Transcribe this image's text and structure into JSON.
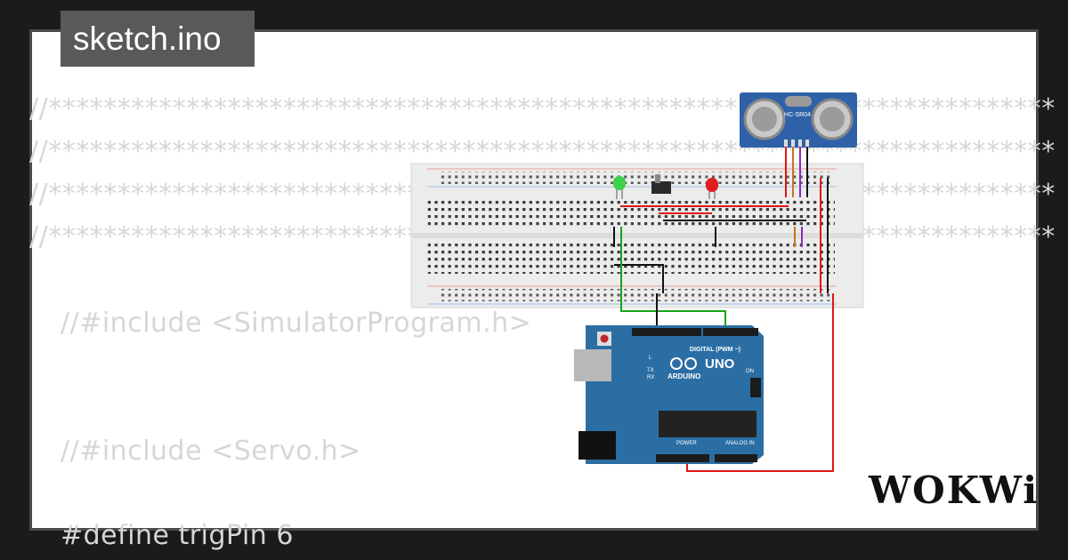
{
  "file_tab": {
    "filename": "sketch.ino"
  },
  "code_lines": [
    "//*************************************************************************",
    "//*************************************************************************",
    "//*************************************************************************",
    "//*************************************************************************",
    "",
    "//#include <SimulatorProgram.h>",
    "",
    "",
    "//#include <Servo.h>",
    "",
    "#define trigPin 6"
  ],
  "brand": {
    "logo_text": "WOKWi"
  },
  "components": {
    "sensor_label": "HC-SR04",
    "board_brand": "ARDUINO",
    "board_model": "UNO",
    "digital_label": "DIGITAL (PWM ~)",
    "analog_label": "ANALOG IN",
    "power_label": "POWER",
    "on_label": "ON",
    "tx_label": "TX",
    "rx_label": "RX",
    "l_label": "L"
  },
  "colors": {
    "board_blue": "#2b6ea4",
    "wire_red": "#e11414",
    "wire_green": "#18a318",
    "wire_black": "#111111",
    "wire_orange": "#c8741a",
    "wire_purple": "#8a2cb8",
    "led_green": "#3fd14a",
    "led_red": "#e02020"
  }
}
